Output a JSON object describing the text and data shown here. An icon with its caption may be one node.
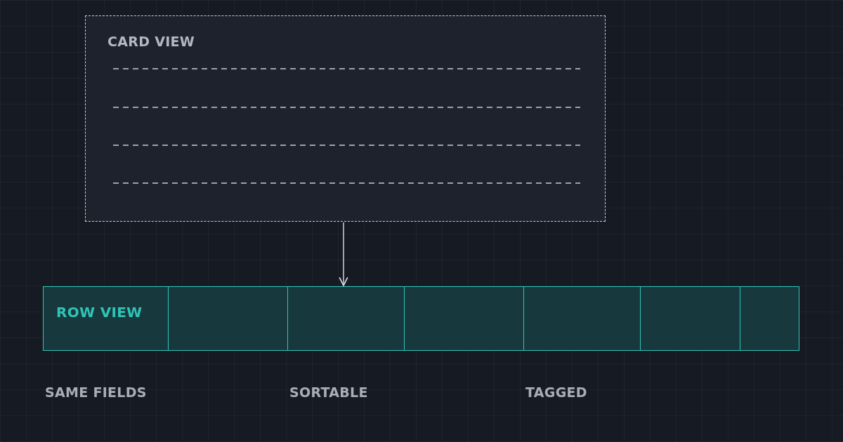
{
  "diagram": {
    "nodes": [
      {
        "text": [
          "CARD VIEW"
        ]
      },
      {
        "text": [
          "ROW VIEW"
        ]
      },
      {
        "text": [],
        "shape": "box",
        "in": 1
      },
      {
        "text": [],
        "shape": "box",
        "in": 1
      },
      {
        "text": [],
        "shape": "box",
        "in": 1
      },
      {
        "text": [],
        "shape": "box",
        "in": 1
      },
      {
        "text": [],
        "shape": "box",
        "in": 1
      },
      {
        "text": [],
        "shape": "box",
        "in": 1
      }
    ],
    "edges": [
      {
        "from": 0,
        "to": 1,
        "arrow": "to"
      }
    ],
    "labels": [
      "SAME FIELDS",
      "SORTABLE",
      "TAGGED"
    ]
  }
}
